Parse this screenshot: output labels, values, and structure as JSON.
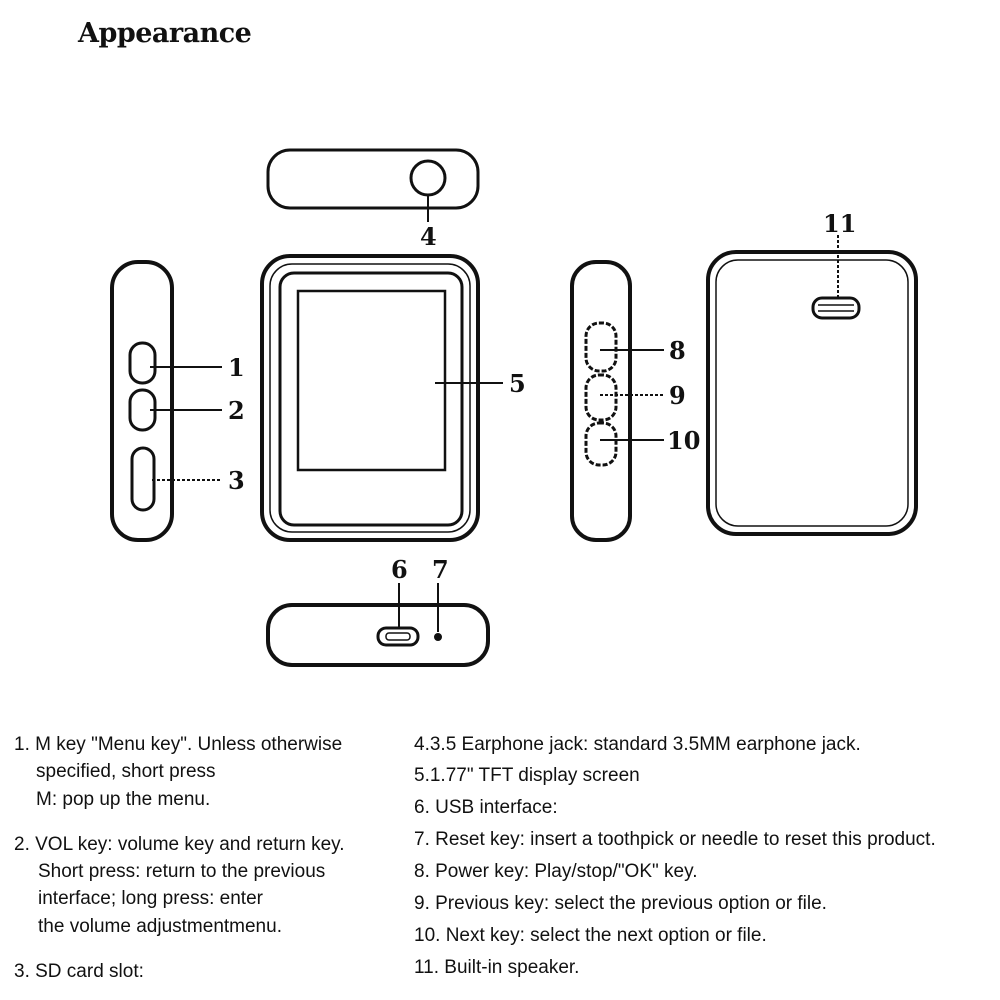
{
  "title": "Appearance",
  "callouts": [
    "1",
    "2",
    "3",
    "4",
    "5",
    "6",
    "7",
    "8",
    "9",
    "10",
    "11"
  ],
  "left_column": [
    {
      "lines": [
        "1. M key \"Menu key\". Unless otherwise",
        "specified, short press",
        "M: pop up the menu."
      ]
    },
    {
      "lines": [
        "2. VOL key: volume key and return key.",
        "Short press: return to the previous",
        "interface; long press: enter",
        "the volume adjustmentmenu."
      ]
    },
    {
      "lines": [
        "3. SD card slot:"
      ]
    }
  ],
  "right_column": [
    "4.3.5 Earphone jack: standard 3.5MM earphone jack.",
    "5.1.77\" TFT display screen",
    "6. USB interface:",
    "7. Reset key: insert a toothpick or needle to reset this product.",
    "8. Power key: Play/stop/\"OK\" key.",
    "9. Previous key: select the previous option or file.",
    "10. Next key: select the next option or file.",
    "11. Built-in speaker."
  ]
}
